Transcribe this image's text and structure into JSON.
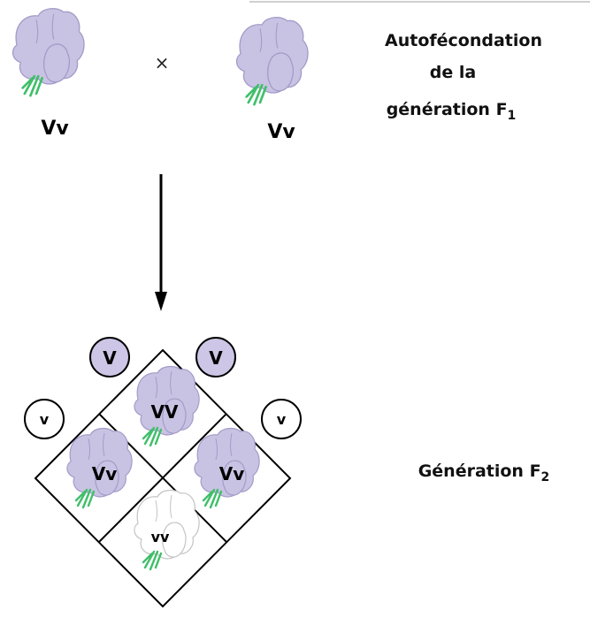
{
  "title": {
    "line1": "Autofécondation",
    "line2": "de la",
    "line3": "génération F",
    "subscript": "1"
  },
  "f2_label": {
    "text": "Génération F",
    "subscript": "2"
  },
  "cross_symbol": "×",
  "parents": [
    {
      "genotype": "Vv",
      "color": "purple"
    },
    {
      "genotype": "Vv",
      "color": "purple"
    }
  ],
  "gametes": {
    "top": [
      {
        "allele": "V"
      },
      {
        "allele": "V"
      }
    ],
    "side": [
      {
        "allele": "v"
      },
      {
        "allele": "v"
      }
    ]
  },
  "punnett_cells": [
    {
      "position": "top",
      "genotype": "VV",
      "color": "purple"
    },
    {
      "position": "left",
      "genotype": "Vv",
      "color": "purple"
    },
    {
      "position": "right",
      "genotype": "Vv",
      "color": "purple"
    },
    {
      "position": "bottom",
      "genotype": "vv",
      "color": "white"
    }
  ],
  "colors": {
    "purple_petal": "#c9c3e3",
    "purple_outline": "#a49bc9",
    "white_petal": "#ffffff",
    "white_outline": "#c8c8c8",
    "stem": "#3fbf6a",
    "line": "#000000"
  }
}
